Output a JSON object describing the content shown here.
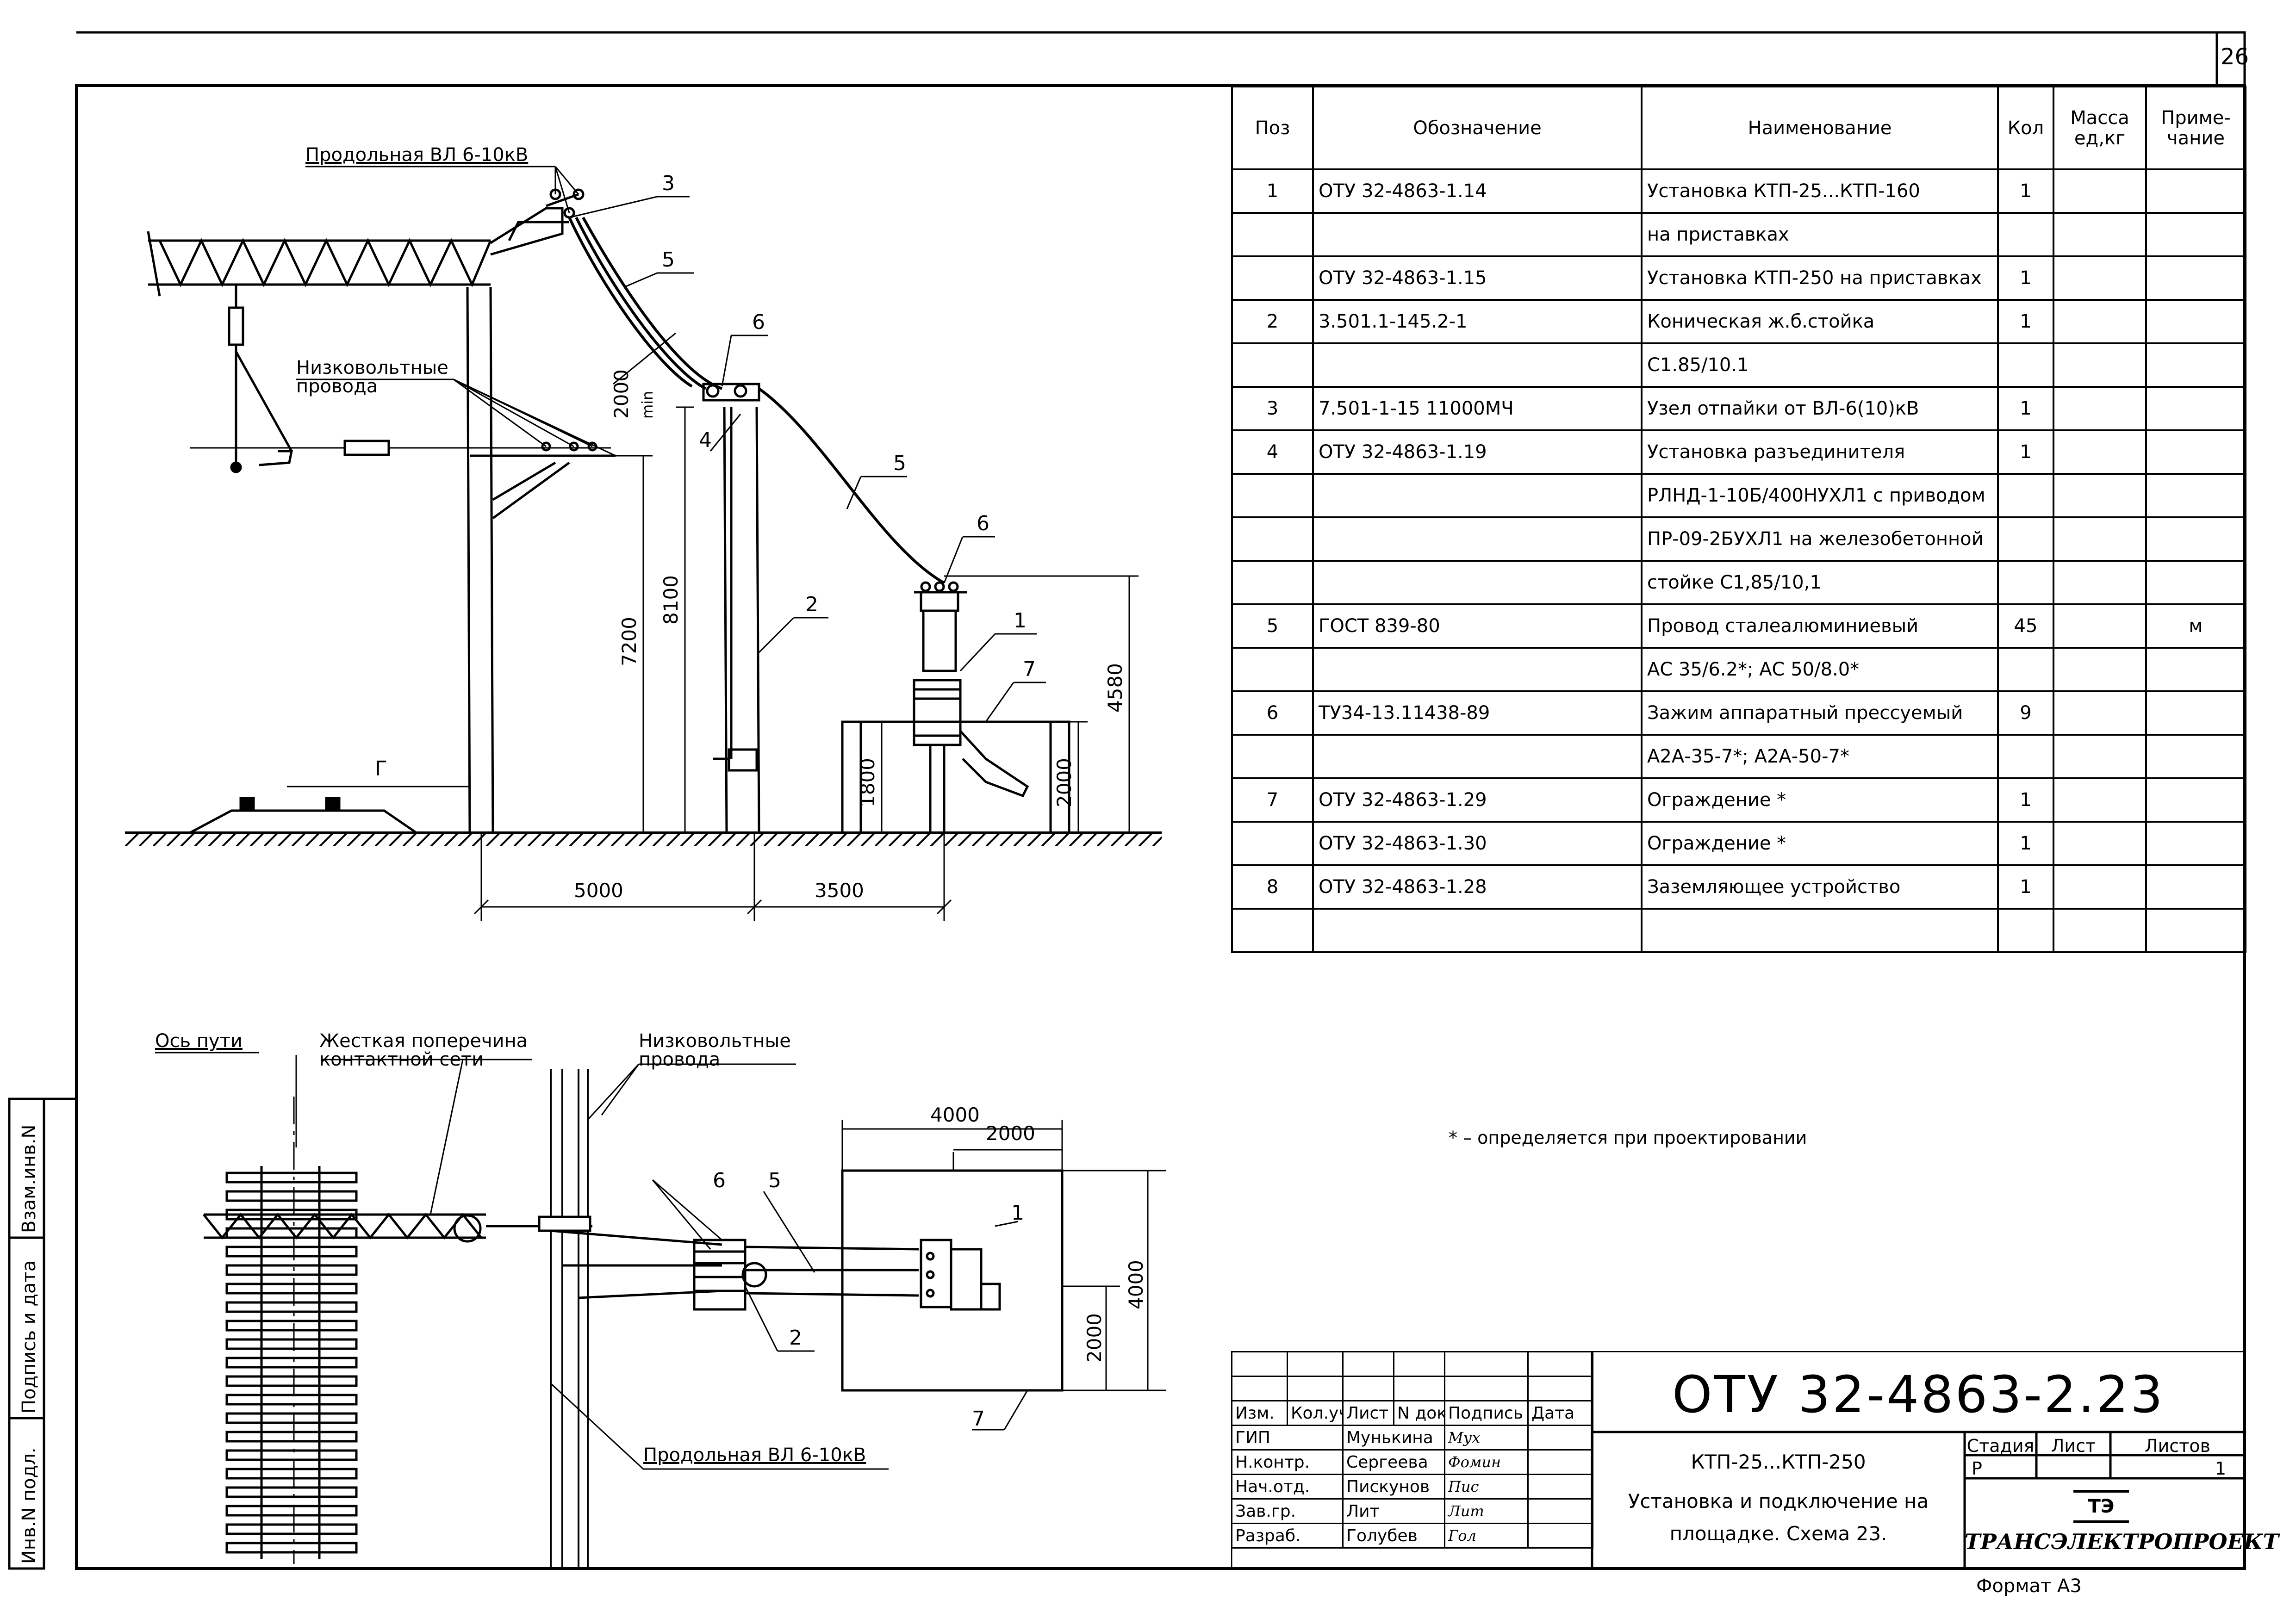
{
  "page_number": "26",
  "format_label": "Формат А3",
  "footnote": "* – определяется при проектировании",
  "side_stamp": [
    "Инв.N подл.",
    "Подпись и дата",
    "Взам.инв.N"
  ],
  "elevation": {
    "labels": {
      "vl_top": "Продольная ВЛ 6-10кВ",
      "low_voltage": "Низковольтные\nпровода",
      "g": "Г"
    },
    "callouts": [
      "3",
      "5",
      "6",
      "4",
      "5",
      "6",
      "2",
      "1",
      "7"
    ],
    "dims": {
      "d2000min": "2000",
      "min": "min",
      "d8100": "8100",
      "d7200": "7200",
      "d4580": "4580",
      "d1800": "1800",
      "d2000": "2000",
      "d5000": "5000",
      "d3500": "3500"
    }
  },
  "plan": {
    "labels": {
      "track_axis": "Ось пути",
      "crossbar": "Жесткая поперечина\nконтактной сети",
      "low_voltage": "Низковольтные\nпровода",
      "vl_bottom": "Продольная ВЛ 6-10кВ"
    },
    "callouts": [
      "6",
      "5",
      "1",
      "2",
      "7"
    ],
    "dims": {
      "d4000h": "4000",
      "d2000h": "2000",
      "d4000v": "4000",
      "d2000v": "2000"
    }
  },
  "spec_table": {
    "headers": [
      "Поз",
      "Обозначение",
      "Наименование",
      "Кол",
      "Масса\nед,кг",
      "Приме-\nчание"
    ],
    "rows": [
      {
        "pos": "1",
        "code": "ОТУ 32-4863-1.14",
        "name": "Установка КТП-25...КТП-160",
        "qty": "1",
        "mass": "",
        "note": ""
      },
      {
        "pos": "",
        "code": "",
        "name": "на приставках",
        "qty": "",
        "mass": "",
        "note": ""
      },
      {
        "pos": "",
        "code": "ОТУ 32-4863-1.15",
        "name": "Установка КТП-250 на приставках",
        "qty": "1",
        "mass": "",
        "note": ""
      },
      {
        "pos": "2",
        "code": "3.501.1-145.2-1",
        "name": "Коническая ж.б.стойка",
        "qty": "1",
        "mass": "",
        "note": ""
      },
      {
        "pos": "",
        "code": "",
        "name": "С1.85/10.1",
        "qty": "",
        "mass": "",
        "note": ""
      },
      {
        "pos": "3",
        "code": "7.501-1-15 11000МЧ",
        "name": "Узел отпайки от ВЛ-6(10)кВ",
        "qty": "1",
        "mass": "",
        "note": ""
      },
      {
        "pos": "4",
        "code": "ОТУ 32-4863-1.19",
        "name": "Установка разъединителя",
        "qty": "1",
        "mass": "",
        "note": ""
      },
      {
        "pos": "",
        "code": "",
        "name": "РЛНД-1-10Б/400НУХЛ1 с приводом",
        "qty": "",
        "mass": "",
        "note": ""
      },
      {
        "pos": "",
        "code": "",
        "name": "ПР-09-2БУХЛ1 на железобетонной",
        "qty": "",
        "mass": "",
        "note": ""
      },
      {
        "pos": "",
        "code": "",
        "name": "стойке С1,85/10,1",
        "qty": "",
        "mass": "",
        "note": ""
      },
      {
        "pos": "5",
        "code": "ГОСТ 839-80",
        "name": "Провод сталеалюминиевый",
        "qty": "45",
        "mass": "",
        "note": "м"
      },
      {
        "pos": "",
        "code": "",
        "name": "АС 35/6.2*; АС 50/8.0*",
        "qty": "",
        "mass": "",
        "note": ""
      },
      {
        "pos": "6",
        "code": "ТУ34-13.11438-89",
        "name": "Зажим аппаратный прессуемый",
        "qty": "9",
        "mass": "",
        "note": ""
      },
      {
        "pos": "",
        "code": "",
        "name": "А2А-35-7*; А2А-50-7*",
        "qty": "",
        "mass": "",
        "note": ""
      },
      {
        "pos": "7",
        "code": "ОТУ 32-4863-1.29",
        "name": "Ограждение *",
        "qty": "1",
        "mass": "",
        "note": ""
      },
      {
        "pos": "",
        "code": "ОТУ 32-4863-1.30",
        "name": "Ограждение *",
        "qty": "1",
        "mass": "",
        "note": ""
      },
      {
        "pos": "8",
        "code": "ОТУ 32-4863-1.28",
        "name": "Заземляющее устройство",
        "qty": "1",
        "mass": "",
        "note": ""
      },
      {
        "pos": "",
        "code": "",
        "name": "",
        "qty": "",
        "mass": "",
        "note": ""
      }
    ]
  },
  "title_block": {
    "doc_code": "ОТУ 32-4863-2.23",
    "col_headers": [
      "Изм.",
      "Кол.уч",
      "Лист",
      "N док.",
      "Подпись",
      "Дата"
    ],
    "people": [
      {
        "role": "ГИП",
        "name": "Мунькина",
        "sign": "Мух"
      },
      {
        "role": "Н.контр.",
        "name": "Сергеева",
        "sign": "Фомин"
      },
      {
        "role": "Нач.отд.",
        "name": "Пискунов",
        "sign": "Пис"
      },
      {
        "role": "Зав.гр.",
        "name": "Лит",
        "sign": "Лит"
      },
      {
        "role": "Разраб.",
        "name": "Голубев",
        "sign": "Гол"
      }
    ],
    "title_line1": "КТП-25...КТП-250",
    "title_line2": "Установка и подключение на",
    "title_line3": "площадке. Схема 23.",
    "stage_header": "Стадия",
    "sheet_header": "Лист",
    "sheets_header": "Листов",
    "stage": "Р",
    "sheet": "",
    "sheets": "1",
    "org": "ТРАНСЭЛЕКТРОПРОЕКТ",
    "logo_text": "ТЭ"
  }
}
